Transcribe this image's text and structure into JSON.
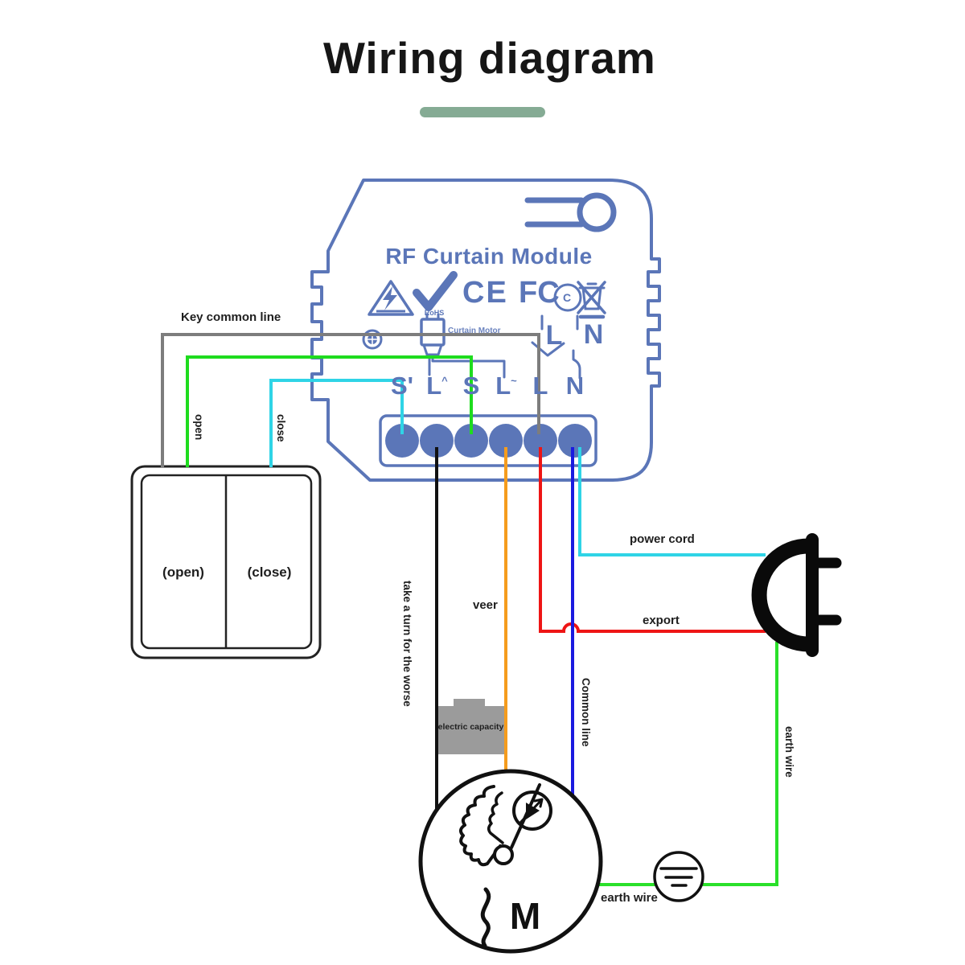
{
  "title": {
    "text": "Wiring diagram"
  },
  "module": {
    "name": "RF Curtain Module",
    "rohs": "RoHS",
    "ce": "CE",
    "fc": "FC",
    "fc_inner": "C",
    "curtain_motor": "Curtain Motor",
    "input_l": "L",
    "input_n": "N",
    "terminals": [
      {
        "label": "S'",
        "sup": ""
      },
      {
        "label": "L",
        "sup": "^"
      },
      {
        "label": "S",
        "sup": ""
      },
      {
        "label": "L",
        "sup": "~"
      },
      {
        "label": "L",
        "sup": ""
      },
      {
        "label": "N",
        "sup": ""
      }
    ]
  },
  "switch": {
    "open_label": "(open)",
    "close_label": "(close)"
  },
  "wire_labels": {
    "key_common_line": "Key common line",
    "open": "open",
    "close": "close",
    "take_a_turn": "take a turn for the worse",
    "veer": "veer",
    "electric_capacity": "electric capacity",
    "common_line": "Common line",
    "power_cord": "power cord",
    "export": "export",
    "earth_wire_vertical": "earth wire",
    "earth_wire_bottom": "earth wire"
  },
  "motor": {
    "label": "M"
  },
  "colors": {
    "module_blue": "#5b76b8",
    "wire_gray": "#7d7d7d",
    "wire_green": "#1edc1e",
    "wire_cyan": "#2fd4e6",
    "wire_black": "#111111",
    "wire_orange": "#f59c1d",
    "wire_red": "#ee1515",
    "wire_blue": "#1a1ae0",
    "earth_green": "#2ae02a",
    "underline_green": "#85ab94",
    "capacitor_gray": "#9b9b9b",
    "title_black": "#161616"
  }
}
